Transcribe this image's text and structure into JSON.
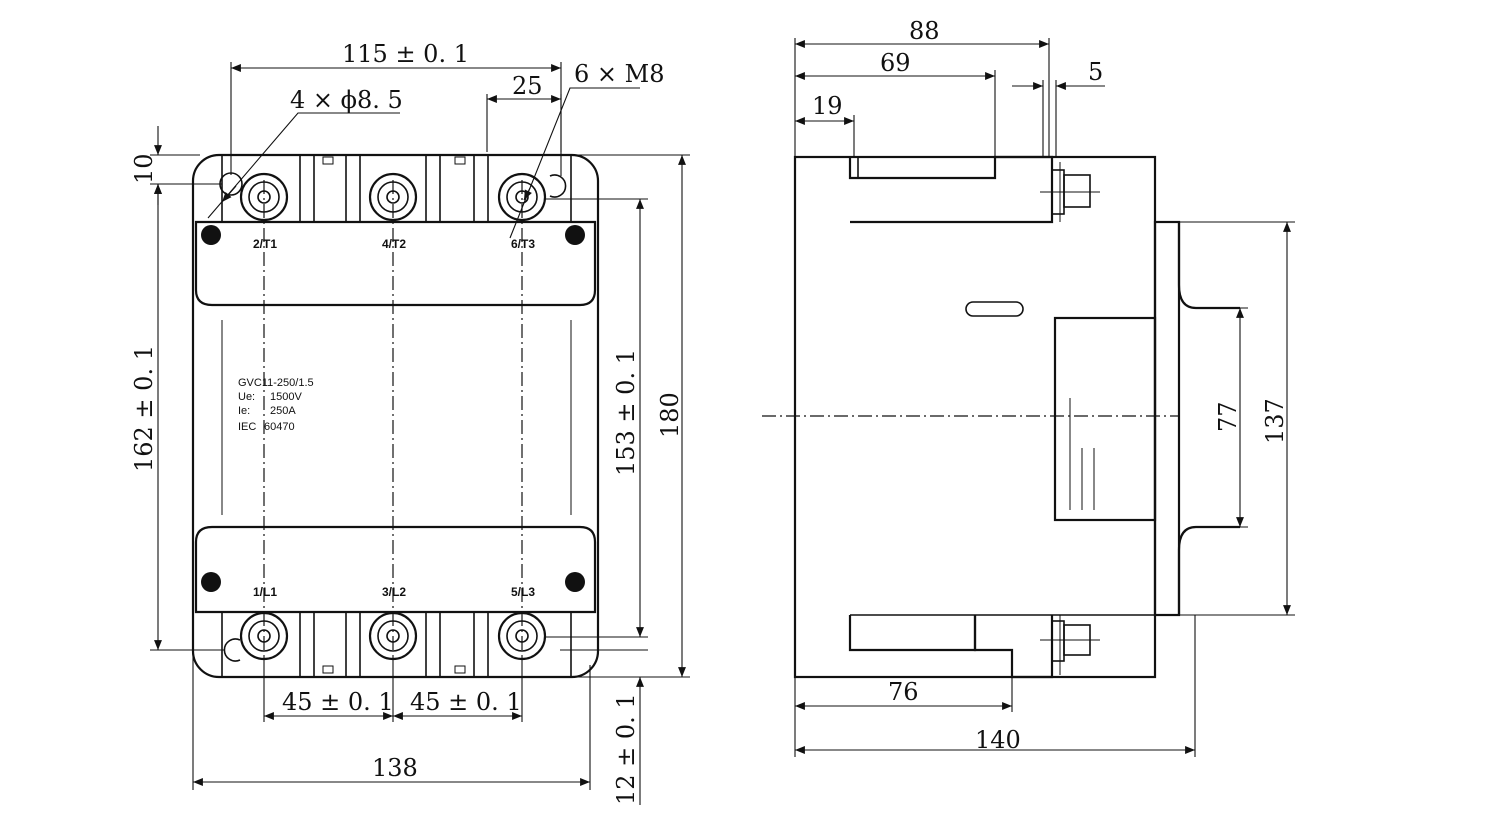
{
  "front_view": {
    "dimensions": {
      "width_hole_spacing": "115 ± 0. 1",
      "mount_holes": "4 × ϕ8. 5",
      "terminal_offset": "25",
      "terminal_screws": "6 × M8",
      "top_offset": "10",
      "height_hole_spacing": "162 ± 0. 1",
      "terminal_spacing_v": "153 ± 0. 1",
      "overall_height": "180",
      "bottom_offset": "12 ± 0. 1",
      "pole_spacing_1": "45 ± 0. 1",
      "pole_spacing_2": "45 ± 0. 1",
      "overall_width": "138"
    },
    "terminals_top": [
      "2/T1",
      "4/T2",
      "6/T3"
    ],
    "terminals_bottom": [
      "1/L1",
      "3/L2",
      "5/L3"
    ],
    "nameplate": {
      "model": "GVC11-250/1.5",
      "ue_label": "Ue:",
      "ue_value": "1500V",
      "ie_label": "Ie:",
      "ie_value": "250A",
      "std_label": "IEC",
      "std_value": "60470"
    }
  },
  "side_view": {
    "dimensions": {
      "overall_depth_top": "88",
      "depth_69": "69",
      "depth_5": "5",
      "depth_19": "19",
      "coil_height": "77",
      "body_height": "137",
      "depth_76": "76",
      "overall_depth": "140"
    }
  }
}
